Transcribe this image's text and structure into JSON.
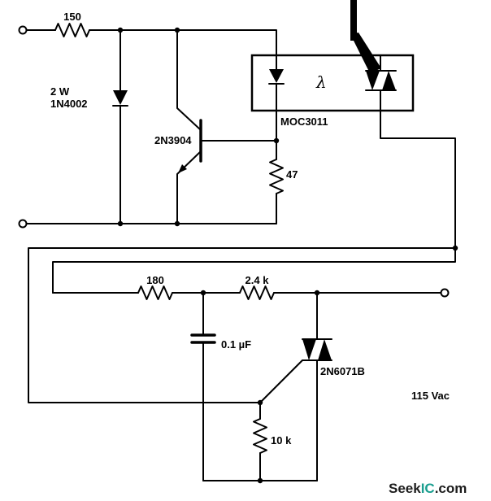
{
  "schematic": {
    "labels": {
      "r_input": "150",
      "diode_power": "2 W",
      "diode_part": "1N4002",
      "transistor": "2N3904",
      "optocoupler": "MOC3011",
      "lambda": "λ",
      "r_cathode": "47",
      "r_series": "180",
      "r_snubber": "2.4 k",
      "capacitor": "0.1 µF",
      "triac": "2N6071B",
      "r_gate": "10 k",
      "ac_line": "115 Vac"
    },
    "watermark": {
      "seek": "Seek",
      "ic": "IC",
      "com": ".com"
    },
    "colors": {
      "ink": "#000000",
      "background": "#ffffff",
      "watermark_text": "#1d1d1d",
      "watermark_accent": "#1a9e8f"
    }
  }
}
